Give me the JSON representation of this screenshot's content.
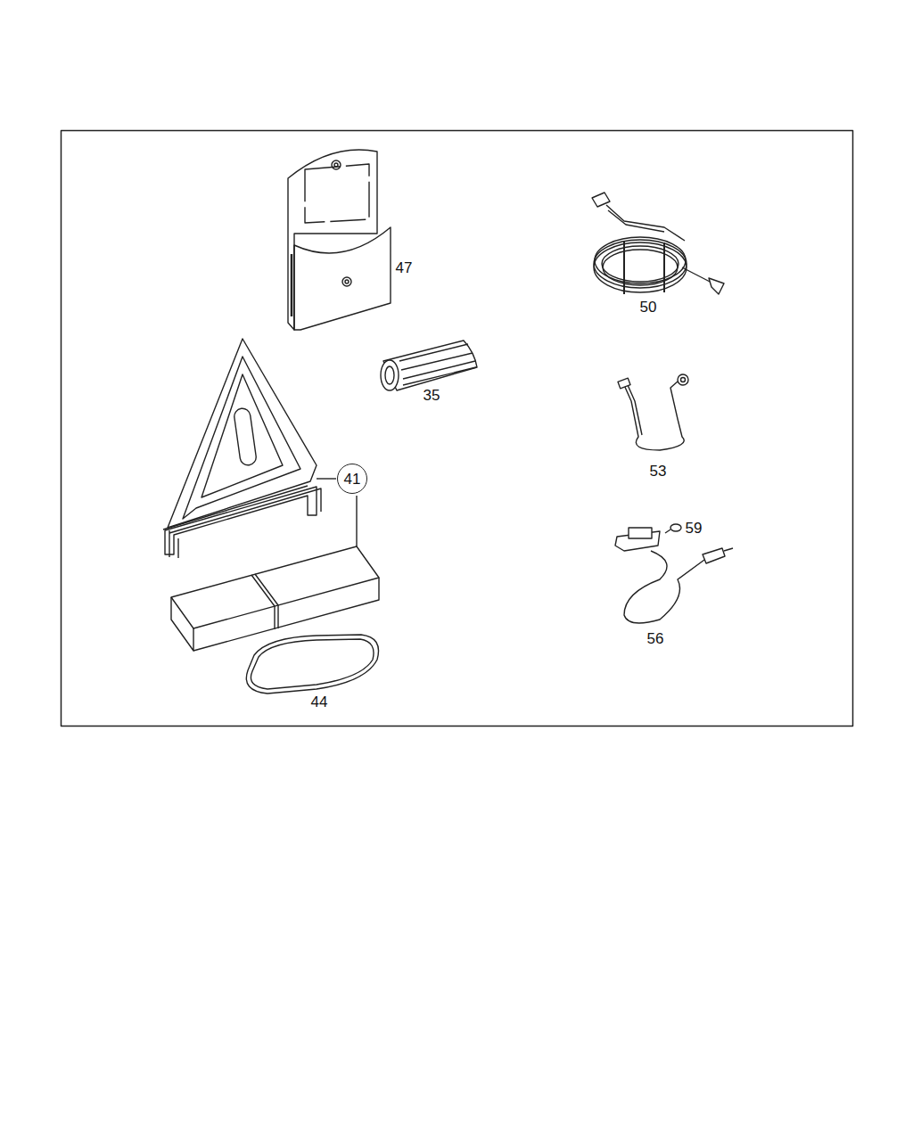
{
  "diagram": {
    "nodes": [
      {
        "text": [
          "41"
        ]
      }
    ],
    "labels": [
      "47",
      "50",
      "35",
      "53",
      "59",
      "56",
      "44"
    ]
  }
}
